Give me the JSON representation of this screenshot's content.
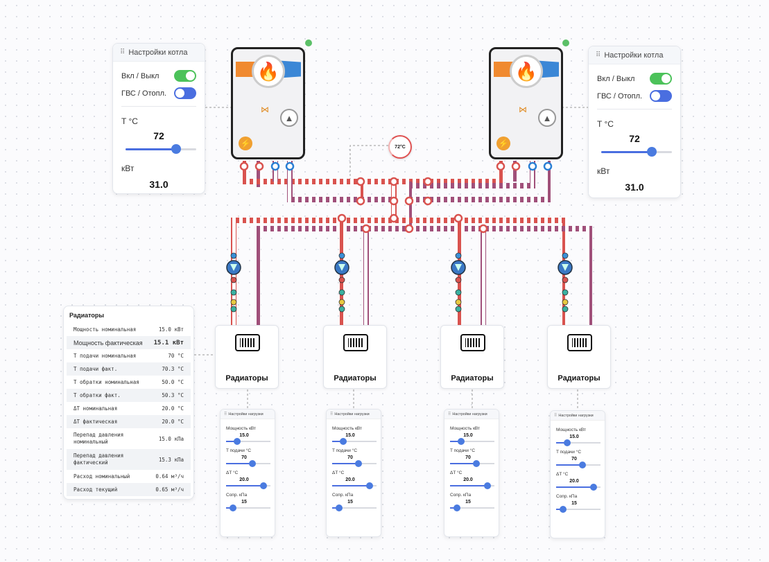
{
  "boiler_settings": [
    {
      "title": "Настройки котла",
      "power_label": "Вкл / Выкл",
      "power_on": true,
      "mode_label": "ГВС / Отопл.",
      "temp_label": "T °C",
      "temp_value": "72",
      "temp_fraction": 0.72,
      "kw_label": "кВт",
      "kw_value": "31.0"
    },
    {
      "title": "Настройки котла",
      "power_label": "Вкл / Выкл",
      "power_on": true,
      "mode_label": "ГВС / Отопл.",
      "temp_label": "T °C",
      "temp_value": "72",
      "temp_fraction": 0.72,
      "kw_label": "кВт",
      "kw_value": "31.0"
    }
  ],
  "gauge": {
    "value": "72°C"
  },
  "radiator_table": {
    "title": "Радиаторы",
    "rows": [
      {
        "label": "Мощность номинальная",
        "value": "15.0 кВт"
      },
      {
        "label": "Мощность фактическая",
        "value": "15.1 кВт"
      },
      {
        "label": "T подачи номинальная",
        "value": "70 °C"
      },
      {
        "label": "T подачи факт.",
        "value": "70.3 °C"
      },
      {
        "label": "T обратки номинальная",
        "value": "50.0 °C"
      },
      {
        "label": "T обратки факт.",
        "value": "50.3 °C"
      },
      {
        "label": "ΔT номинальная",
        "value": "20.0 °C"
      },
      {
        "label": "ΔT фактическая",
        "value": "20.0 °C"
      },
      {
        "label": "Перепад давления номинальный",
        "value": "15.0 кПа"
      },
      {
        "label": "Перепад давления фактический",
        "value": "15.3 кПа"
      },
      {
        "label": "Расход номинальный",
        "value": "0.64 м³/ч"
      },
      {
        "label": "Расход текущий",
        "value": "0.65 м³/ч"
      }
    ]
  },
  "radiators": [
    {
      "label": "Радиаторы"
    },
    {
      "label": "Радиаторы"
    },
    {
      "label": "Радиаторы"
    },
    {
      "label": "Радиаторы"
    }
  ],
  "load_settings": [
    {
      "title": "Настройки нагрузки",
      "power_label": "Мощность кВт",
      "power": "15.0",
      "power_frac": 0.25,
      "supply_label": "T подачи °C",
      "supply": "70",
      "supply_frac": 0.6,
      "dt_label": "ΔT °C",
      "dt": "20.0",
      "dt_frac": 0.85,
      "res_label": "Сопр. кПа",
      "res": "15",
      "res_frac": 0.15
    },
    {
      "title": "Настройки нагрузки",
      "power_label": "Мощность кВт",
      "power": "15.0",
      "power_frac": 0.25,
      "supply_label": "T подачи °C",
      "supply": "70",
      "supply_frac": 0.6,
      "dt_label": "ΔT °C",
      "dt": "20.0",
      "dt_frac": 0.85,
      "res_label": "Сопр. кПа",
      "res": "15",
      "res_frac": 0.15
    },
    {
      "title": "Настройки нагрузки",
      "power_label": "Мощность кВт",
      "power": "15.0",
      "power_frac": 0.25,
      "supply_label": "T подачи °C",
      "supply": "70",
      "supply_frac": 0.6,
      "dt_label": "ΔT °C",
      "dt": "20.0",
      "dt_frac": 0.85,
      "res_label": "Сопр. кПа",
      "res": "15",
      "res_frac": 0.15
    },
    {
      "title": "Настройки нагрузки",
      "power_label": "Мощность кВт",
      "power": "15.0",
      "power_frac": 0.25,
      "supply_label": "T подачи °C",
      "supply": "70",
      "supply_frac": 0.6,
      "dt_label": "ΔT °C",
      "dt": "20.0",
      "dt_frac": 0.85,
      "res_label": "Сопр. кПа",
      "res": "15",
      "res_frac": 0.15
    }
  ],
  "colors": {
    "supply": "#d9534f",
    "return": "#a0507a",
    "accent": "#4a6ee0",
    "status": "#5cc068"
  }
}
